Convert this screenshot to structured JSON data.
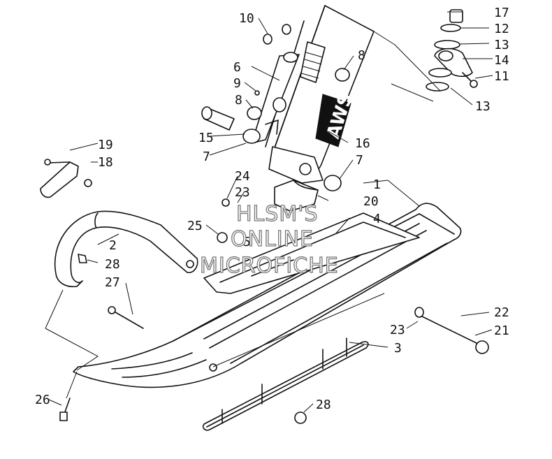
{
  "diagram": {
    "callouts": [
      {
        "label": "1"
      },
      {
        "label": "2"
      },
      {
        "label": "3"
      },
      {
        "label": "4"
      },
      {
        "label": "5"
      },
      {
        "label": "6"
      },
      {
        "label": "7"
      },
      {
        "label": "7"
      },
      {
        "label": "8"
      },
      {
        "label": "8"
      },
      {
        "label": "9"
      },
      {
        "label": "10"
      },
      {
        "label": "11"
      },
      {
        "label": "12"
      },
      {
        "label": "13"
      },
      {
        "label": "13"
      },
      {
        "label": "14"
      },
      {
        "label": "15"
      },
      {
        "label": "16"
      },
      {
        "label": "17"
      },
      {
        "label": "18"
      },
      {
        "label": "19"
      },
      {
        "label": "20"
      },
      {
        "label": "21"
      },
      {
        "label": "22"
      },
      {
        "label": "23"
      },
      {
        "label": "23"
      },
      {
        "label": "24"
      },
      {
        "label": "25"
      },
      {
        "label": "26"
      },
      {
        "label": "27"
      },
      {
        "label": "28"
      },
      {
        "label": "28"
      }
    ],
    "spindle_logo": "AWS"
  },
  "watermark": {
    "line1": "HLSM'S",
    "line2": "ONLINE",
    "line3": "MICROFICHE"
  }
}
